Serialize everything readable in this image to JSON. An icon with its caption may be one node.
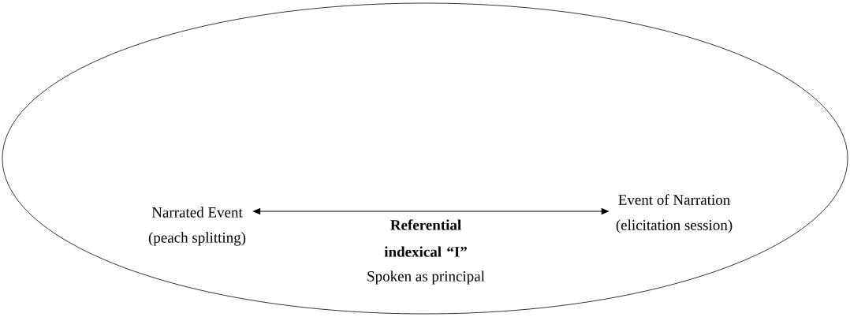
{
  "diagram": {
    "nodes": [
      {
        "text": [
          "Referential indexical “I”",
          "Spoken as principal"
        ]
      },
      {
        "text": [
          "Narrated Event",
          "(peach splitting)"
        ],
        "in": 0
      },
      {
        "text": [
          "Event of Narration",
          "(elicitation session)"
        ],
        "in": 0
      }
    ],
    "edges": [
      {
        "from": 1,
        "to": 2,
        "arrow": "both"
      }
    ]
  }
}
